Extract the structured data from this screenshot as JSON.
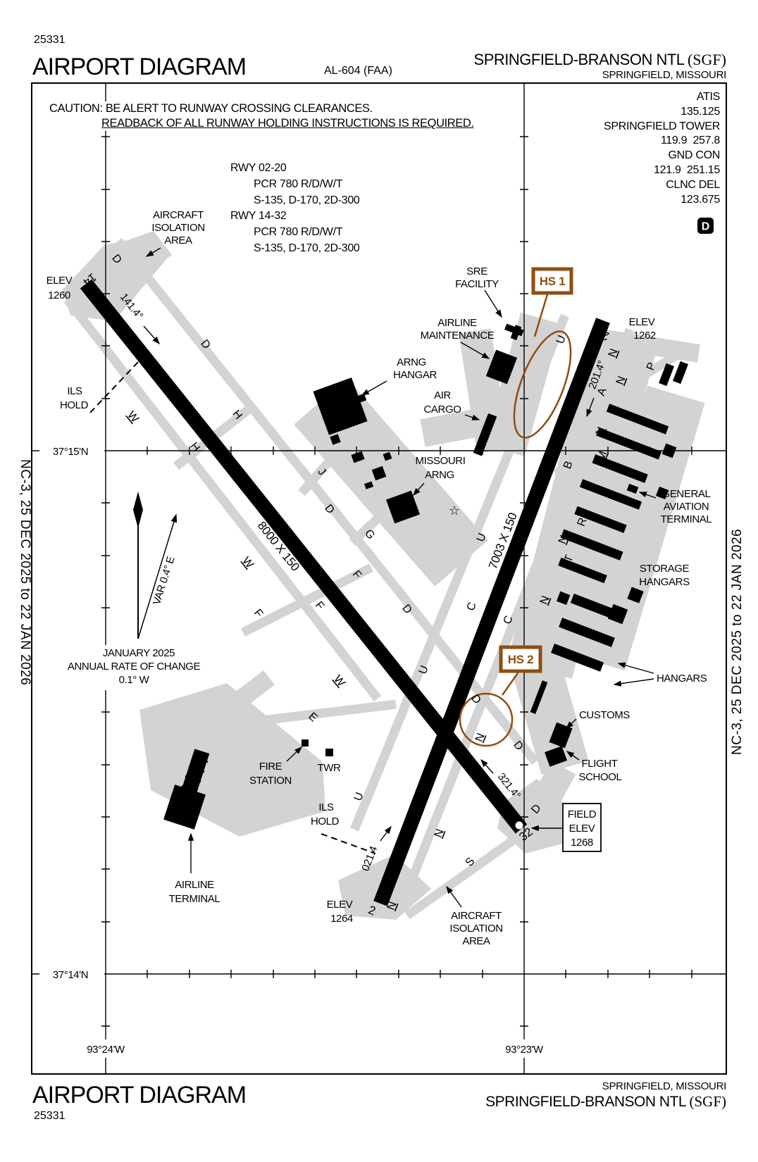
{
  "header": {
    "doc_number": "25331",
    "title": "AIRPORT DIAGRAM",
    "al_number": "AL-604 (FAA)",
    "airport_name": "SPRINGFIELD-BRANSON NTL",
    "airport_ident": "(SGF)",
    "city": "SPRINGFIELD, MISSOURI"
  },
  "footer": {
    "title": "AIRPORT DIAGRAM",
    "doc_number": "25331",
    "airport_name": "SPRINGFIELD-BRANSON NTL",
    "airport_ident": "(SGF)",
    "city": "SPRINGFIELD, MISSOURI"
  },
  "caution": {
    "line1": "CAUTION: BE ALERT TO RUNWAY CROSSING CLEARANCES.",
    "line2": "READBACK OF ALL RUNWAY HOLDING INSTRUCTIONS IS REQUIRED."
  },
  "comm": {
    "atis_label": "ATIS",
    "atis": "135.125",
    "twr_label": "SPRINGFIELD TOWER",
    "twr": "119.9  257.8",
    "gnd_label": "GND CON",
    "gnd": "121.9  251.15",
    "clnc_label": "CLNC DEL",
    "clnc": "123.675",
    "datis_badge": "D"
  },
  "runway_data": [
    {
      "name": "RWY 02-20",
      "pcr": "PCR 780 R/D/W/T",
      "gear": "S-135, D-170, 2D-300"
    },
    {
      "name": "RWY 14-32",
      "pcr": "PCR 780 R/D/W/T",
      "gear": "S-135, D-170, 2D-300"
    }
  ],
  "graticule": {
    "lat_top": "37°15'N",
    "lat_bottom": "37°14'N",
    "lon_left": "93°24'W",
    "lon_right": "93°23'W"
  },
  "edge": {
    "left": "NC-3,  25 DEC 2025  to  22 JAN 2026",
    "right": "NC-3,  25 DEC 2025  to  22 JAN 2026"
  },
  "variation": {
    "var_label": "VAR 0.4° E",
    "note1": "JANUARY 2025",
    "note2": "ANNUAL RATE OF CHANGE",
    "note3": "0.1° W"
  },
  "runways": {
    "r1432": {
      "len": "8000 X 150",
      "num14": "14",
      "num32": "32",
      "hdg14": "141.4°",
      "hdg32": "321.4°"
    },
    "r0220": {
      "len": "7003 X 150",
      "num2": "2",
      "num20": "20",
      "hdg2": "021.4",
      "hdg20": "201.4°"
    }
  },
  "elev": {
    "e14_1": "ELEV",
    "e14_2": "1260",
    "e20_1": "ELEV",
    "e20_2": "1262",
    "e2_1": "ELEV",
    "e2_2": "1264",
    "field_1": "FIELD",
    "field_2": "ELEV",
    "field_3": "1268"
  },
  "hotspots": {
    "hs1": "HS 1",
    "hs2": "HS 2",
    "color": "#8E4E10"
  },
  "labels": {
    "iso_top": [
      "AIRCRAFT",
      "ISOLATION",
      "AREA"
    ],
    "sre": [
      "SRE",
      "FACILITY"
    ],
    "maint": [
      "AIRLINE",
      "MAINTENANCE"
    ],
    "arng_hangar": [
      "ARNG",
      "HANGAR"
    ],
    "cargo": [
      "AIR",
      "CARGO"
    ],
    "marng": [
      "MISSOURI",
      "ARNG"
    ],
    "ils": [
      "ILS",
      "HOLD"
    ],
    "gat": [
      "GENERAL",
      "AVIATION",
      "TERMINAL"
    ],
    "storage": [
      "STORAGE",
      "HANGARS"
    ],
    "hangars": "HANGARS",
    "customs": "CUSTOMS",
    "flight": [
      "FLIGHT",
      "SCHOOL"
    ],
    "fire": [
      "FIRE",
      "STATION"
    ],
    "twr": "TWR",
    "terminal": [
      "AIRLINE",
      "TERMINAL"
    ],
    "iso_bot": [
      "AIRCRAFT",
      "ISOLATION",
      "AREA"
    ]
  },
  "icons": {
    "beacon": "☆"
  },
  "twy": [
    "D",
    "D",
    "W",
    "H",
    "H",
    "J",
    "D",
    "G",
    "F",
    "W",
    "F",
    "F",
    "W",
    "E",
    "U",
    "U",
    "U",
    "U",
    "C",
    "C",
    "B",
    "N",
    "N",
    "N",
    "M",
    "A",
    "P",
    "R",
    "T",
    "N",
    "N",
    "D",
    "D",
    "D",
    "D",
    "N",
    "N",
    "N",
    "S"
  ],
  "colors": {
    "hotspot": "#8E4E10",
    "pavement": "#D3D3D3",
    "runway": "#000000"
  }
}
